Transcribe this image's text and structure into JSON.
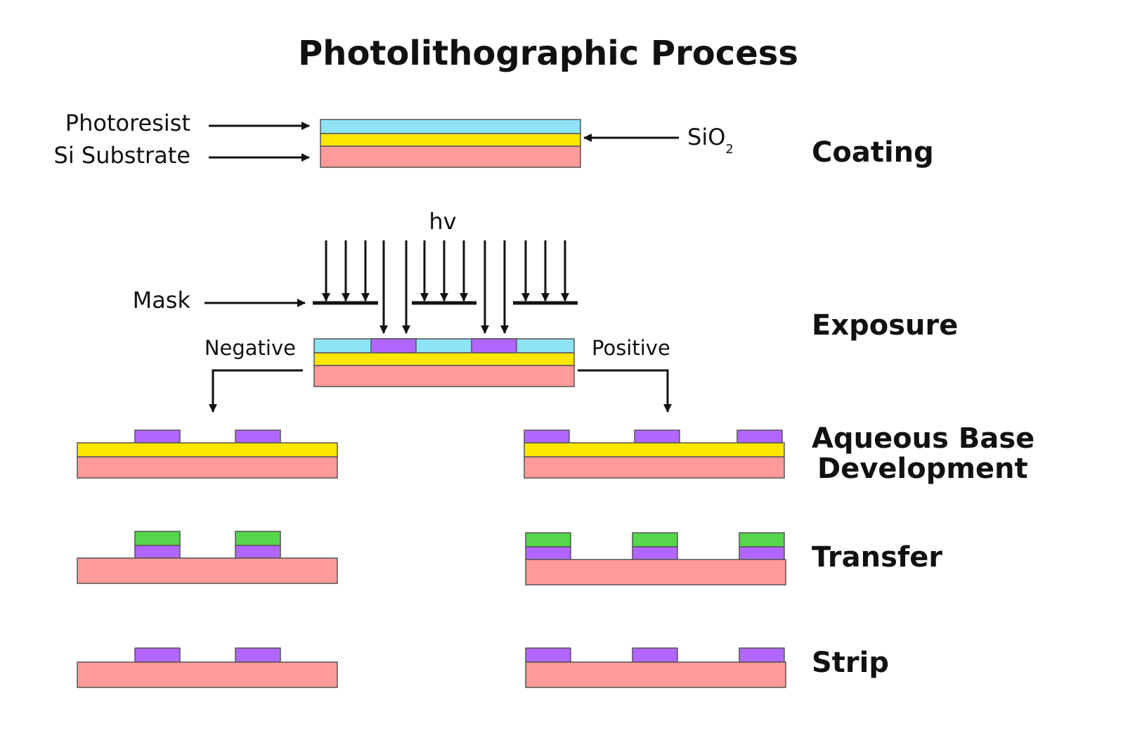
{
  "title": "Photolithographic Process",
  "colors": {
    "photoresist": "#8ee3f5",
    "sio2": "#ffe600",
    "substrate": "#ff9a9a",
    "exposed": "#b266ff",
    "transfer": "#55d64b",
    "negative": "#ff3333",
    "positive": "#44aa22",
    "ink": "#111111"
  },
  "labels": {
    "photoresist": "Photoresist",
    "si_substrate": "Si Substrate",
    "sio2_main": "SiO",
    "sio2_sub": "2",
    "hv": "hv",
    "mask": "Mask",
    "negative": "Negative",
    "positive": "Positive"
  },
  "steps": {
    "coating": "Coating",
    "exposure": "Exposure",
    "development_line1": "Aqueous Base",
    "development_line2": "Development",
    "transfer": "Transfer",
    "strip": "Strip"
  }
}
